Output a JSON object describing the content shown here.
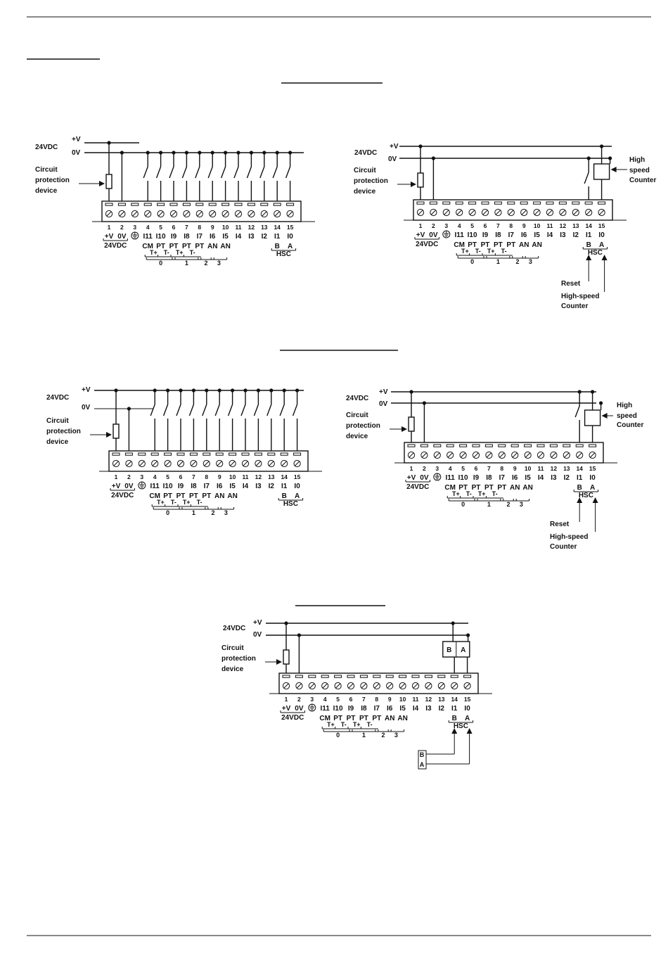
{
  "texts": {
    "24vdc": "24VDC",
    "plus_v": "+V",
    "zero_v": "0V",
    "circuit_1": "Circuit",
    "circuit_2": "protection",
    "circuit_3": "device",
    "hsc": "HSC",
    "counter_1": "High",
    "counter_2": "speed",
    "counter_3": "Counter",
    "reset": "Reset",
    "hs_counter_1": "High-speed",
    "hs_counter_2": "Counter",
    "box_b": "B",
    "box_a": "A",
    "enc_b": "B",
    "enc_a": "A"
  },
  "terminals": {
    "numbers": [
      "1",
      "2",
      "3",
      "4",
      "5",
      "6",
      "7",
      "8",
      "9",
      "10",
      "11",
      "12",
      "13",
      "14",
      "15"
    ],
    "row1": [
      "+V",
      "0V",
      "",
      "I11",
      "I10",
      "I9",
      "I8",
      "I7",
      "I6",
      "I5",
      "I4",
      "I3",
      "I2",
      "I1",
      "I0"
    ],
    "row2": [
      "",
      "",
      "",
      "CM",
      "PT",
      "PT",
      "PT",
      "PT",
      "AN",
      "AN",
      "",
      "",
      "",
      "B",
      "A"
    ],
    "row3": [
      {
        "label": "T+",
        "from": 4,
        "to": 5
      },
      {
        "label": "T-",
        "from": 5,
        "to": 6
      },
      {
        "label": "T+",
        "from": 6,
        "to": 7
      },
      {
        "label": "T-",
        "from": 7,
        "to": 8
      }
    ],
    "row4": [
      {
        "label": "0",
        "from": 4,
        "to": 6
      },
      {
        "label": "1",
        "from": 6,
        "to": 8
      },
      {
        "label": "2",
        "from": 8,
        "to": 9
      },
      {
        "label": "3",
        "from": 9,
        "to": 10
      }
    ],
    "under_supply": "24VDC"
  },
  "colors": {
    "ink": "#111111",
    "paper": "#ffffff"
  }
}
